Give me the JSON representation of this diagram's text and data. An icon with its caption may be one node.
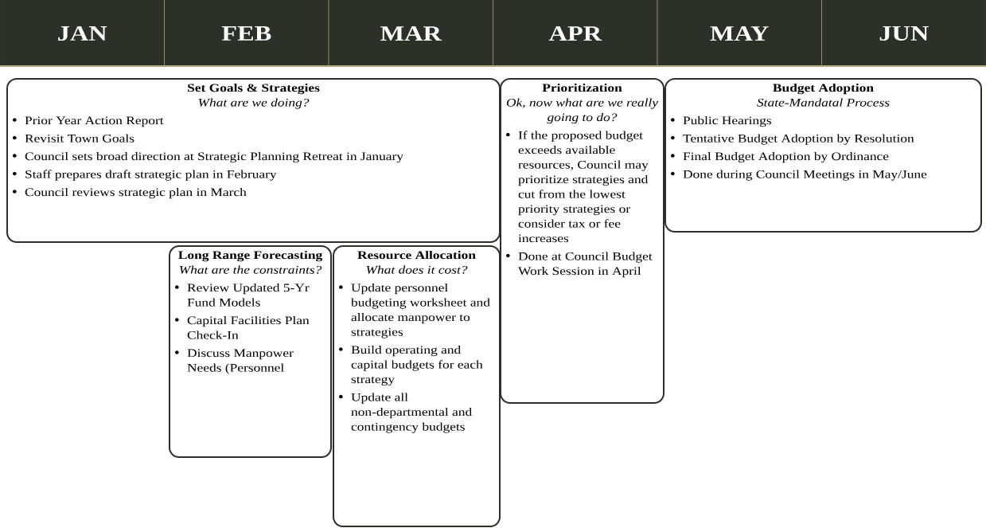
{
  "diagram": {
    "nodes": [
      {
        "text": [
          "Set Goals & Strategies",
          "What are we doing?",
          "Prior Year Action Report",
          "Revisit Town Goals",
          "Council sets broad direction at Strategic Planning Retreat in January",
          "Staff prepares draft strategic plan in February",
          "Council reviews strategic plan in March"
        ]
      },
      {
        "text": [
          "Long Range Forecasting",
          "What are the constraints?",
          "Review Updated 5-Yr Fund Models",
          "Capital Facilities Plan Check-In",
          "Discuss Manpower Needs (Personnel"
        ]
      },
      {
        "text": [
          "Resource Allocation",
          "What does it cost?",
          "Update personnel budgeting worksheet and allocate manpower to strategies",
          "Build operating and capital budgets for each strategy",
          "Update all non-departmental and contingency budgets"
        ]
      },
      {
        "text": [
          "Prioritization",
          "Ok, now what are we really going to do?",
          "If the proposed budget exceeds available resources, Council may prioritize strategies and cut from the lowest priority strategies or consider tax or fee increases",
          "Done at Council Budget Work Session in April"
        ]
      },
      {
        "text": [
          "Budget Adoption",
          "State-Mandatal Process",
          "Public Hearings",
          "Tentative Budget Adoption by Resolution",
          "Final Budget Adoption by Ordinance",
          "Done during Council Meetings in May/June"
        ]
      }
    ],
    "labels": [
      "JAN",
      "FEB",
      "MAR",
      "APR",
      "MAY",
      "JUN"
    ]
  }
}
